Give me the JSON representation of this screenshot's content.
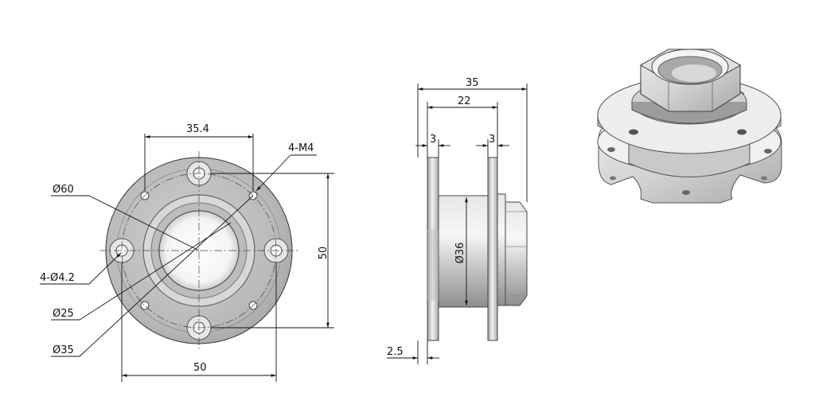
{
  "front_view": {
    "width_top": "35.4",
    "thread_callout": "4-M4",
    "outer_diameter": "Ø60",
    "hole_callout": "4-Ø4.2",
    "bore_diameter": "Ø25",
    "pitch_diameter": "Ø35",
    "height": "50",
    "width_bottom": "50"
  },
  "side_view": {
    "overall_length": "35",
    "inner_length": "22",
    "flange_left": "3",
    "flange_right": "3",
    "body_diameter": "Ø36",
    "offset": "2.5"
  }
}
